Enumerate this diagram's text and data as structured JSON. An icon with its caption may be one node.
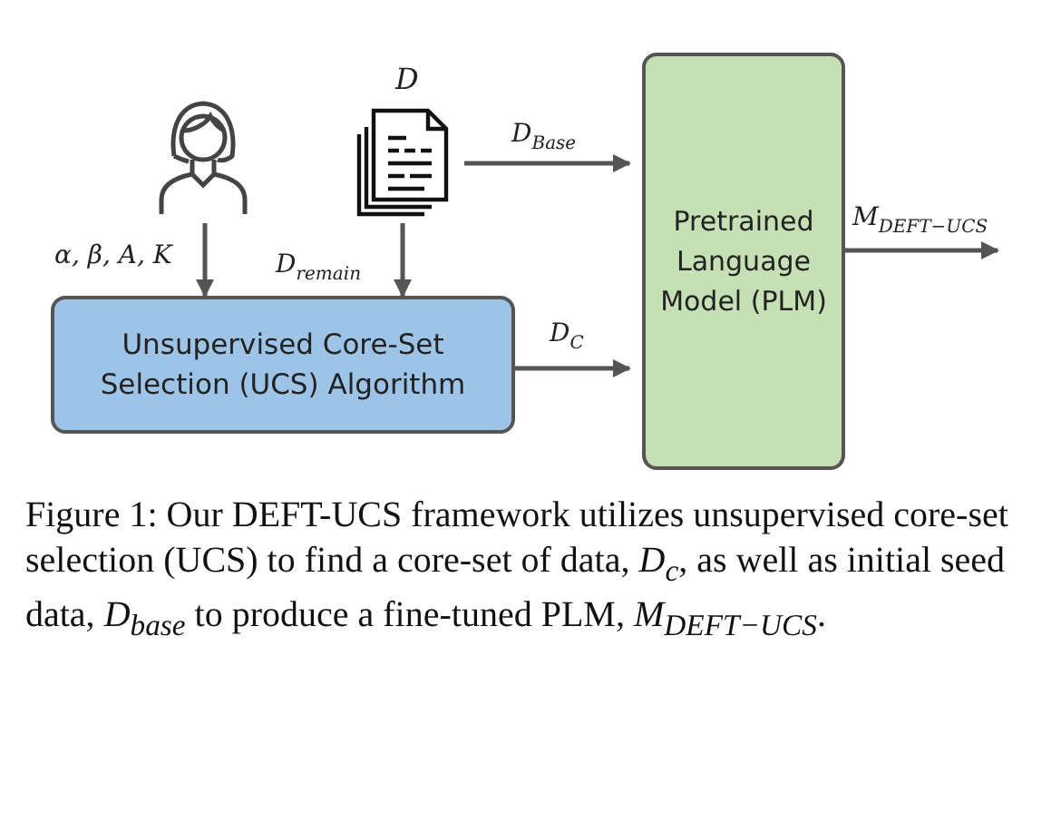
{
  "diagram": {
    "caption": "Figure 1: Our DEFT-UCS framework utilizes unsupervised core-set selection (UCS) to find a core-set of data, *D*$_{c}$, as well as initial seed data, *D*$_{base}$ to produce a fine-tuned PLM, *M*$_{DEFT−UCS}$.",
    "nodes": [
      {
        "text": [],
        "shape": "person"
      },
      {
        "text": [],
        "shape": "picture",
        "beside": [
          "D"
        ]
      },
      {
        "text": [
          "Unsupervised Core-Set Selection (UCS) Algorithm"
        ]
      },
      {
        "text": [
          "Pretrained Language Model (PLM)"
        ]
      }
    ],
    "edges": [
      {
        "from": 0,
        "to": 2,
        "arrow": "to",
        "label": "α, β, A, K"
      },
      {
        "from": 1,
        "to": 2,
        "arrow": "to",
        "label": "D$_{remain}$"
      },
      {
        "from": 1,
        "to": 3,
        "arrow": "to",
        "label": "D$_{Base}$"
      },
      {
        "from": 2,
        "to": 3,
        "arrow": "to",
        "label": "D$_{C}$"
      },
      {
        "from": 3,
        "to": null,
        "arrow": "to",
        "label": "M$_{DEFT−UCS}$"
      }
    ]
  }
}
